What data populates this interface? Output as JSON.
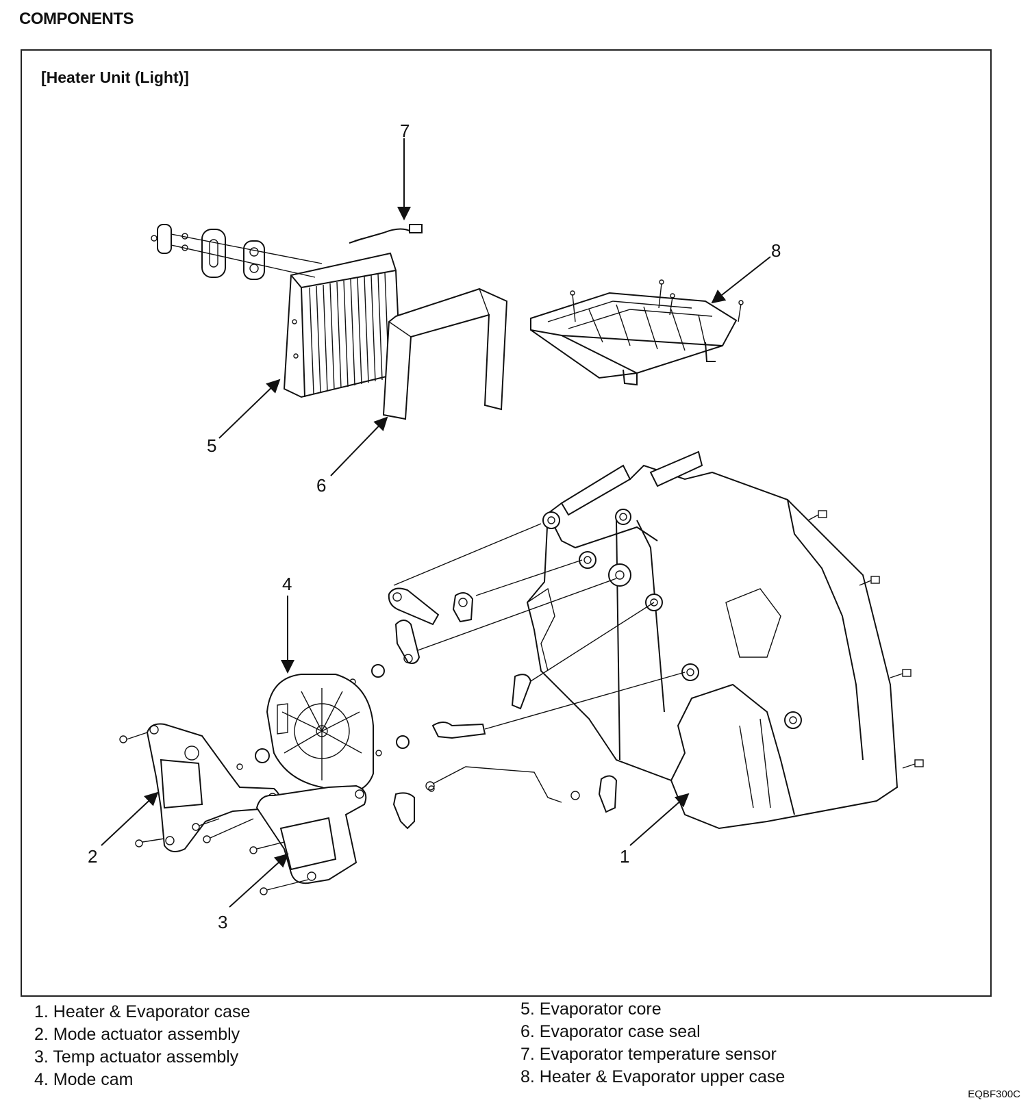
{
  "header": {
    "title": "COMPONENTS"
  },
  "figure": {
    "subtitle": "[Heater Unit (Light)]",
    "callouts": [
      "1",
      "2",
      "3",
      "4",
      "5",
      "6",
      "7",
      "8"
    ],
    "code": "EQBF300C"
  },
  "legend": {
    "left": [
      "1. Heater & Evaporator case",
      "2. Mode actuator assembly",
      "3. Temp actuator assembly",
      "4. Mode cam"
    ],
    "right": [
      "5. Evaporator core",
      "6. Evaporator case seal",
      "7. Evaporator temperature sensor",
      "8. Heater & Evaporator upper case"
    ]
  }
}
